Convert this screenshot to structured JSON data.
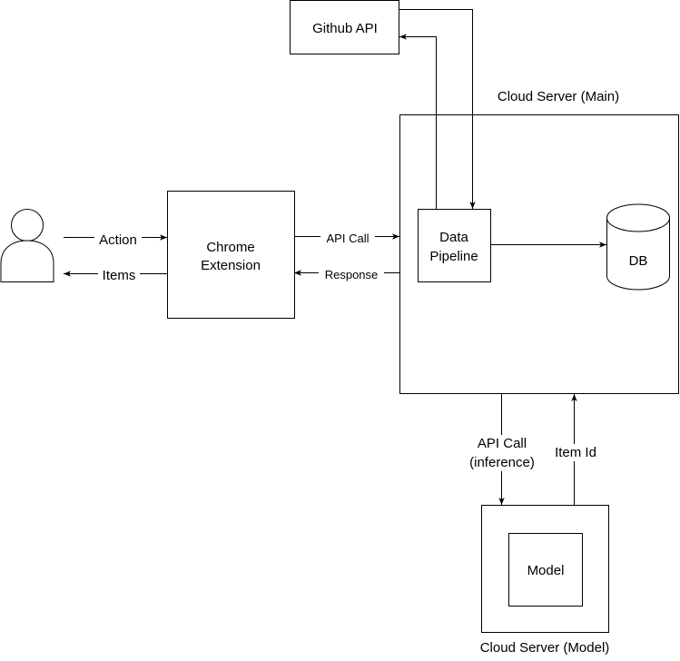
{
  "nodes": {
    "github_api": "Github API",
    "cloud_main_title": "Cloud Server (Main)",
    "data_pipeline_line1": "Data",
    "data_pipeline_line2": "Pipeline",
    "db": "DB",
    "chrome_extension_line1": "Chrome",
    "chrome_extension_line2": "Extension",
    "model": "Model",
    "cloud_model_title": "Cloud Server (Model)",
    "user_icon": "person-icon"
  },
  "edges": {
    "action": "Action",
    "items": "Items",
    "api_call": "API Call",
    "response": "Response",
    "api_call_inference_line1": "API Call",
    "api_call_inference_line2": "(inference)",
    "item_id": "Item Id"
  },
  "colors": {
    "stroke": "#000000",
    "fill": "#ffffff"
  }
}
